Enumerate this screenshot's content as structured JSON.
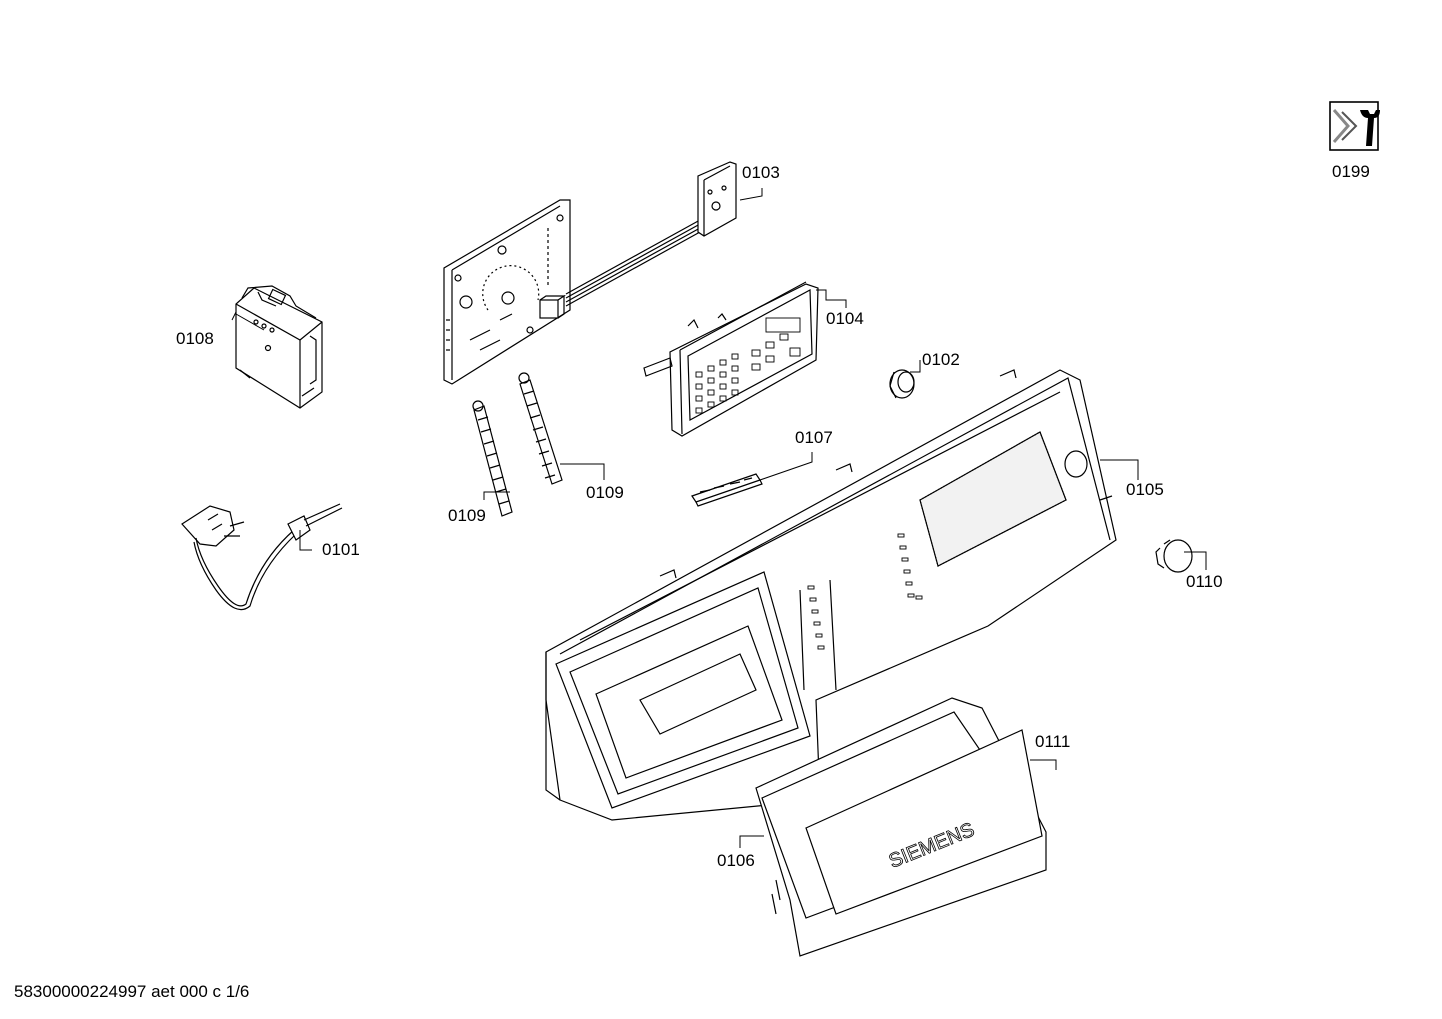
{
  "footer": {
    "document_id": "58300000224997 aet 000 c 1/6"
  },
  "service_icon": {
    "icon": "service-wrench-icon",
    "label": "0199"
  },
  "brand_text": "SIEMENS",
  "parts": [
    {
      "id": "0101",
      "name": "power-cord"
    },
    {
      "id": "0102",
      "name": "knob-ring"
    },
    {
      "id": "0103",
      "name": "small-control-board"
    },
    {
      "id": "0104",
      "name": "display-module"
    },
    {
      "id": "0105",
      "name": "control-panel-fascia"
    },
    {
      "id": "0106",
      "name": "detergent-drawer-front"
    },
    {
      "id": "0107",
      "name": "small-circuit-board"
    },
    {
      "id": "0108",
      "name": "electronic-module"
    },
    {
      "id": "0109a",
      "name": "light-guide"
    },
    {
      "id": "0109b",
      "name": "light-guide"
    },
    {
      "id": "0110",
      "name": "selector-knob"
    },
    {
      "id": "0111",
      "name": "drawer-handle"
    }
  ],
  "labels": {
    "p0101": "0101",
    "p0102": "0102",
    "p0103": "0103",
    "p0104": "0104",
    "p0105": "0105",
    "p0106": "0106",
    "p0107": "0107",
    "p0108": "0108",
    "p0109a": "0109",
    "p0109b": "0109",
    "p0110": "0110",
    "p0111": "0111"
  }
}
